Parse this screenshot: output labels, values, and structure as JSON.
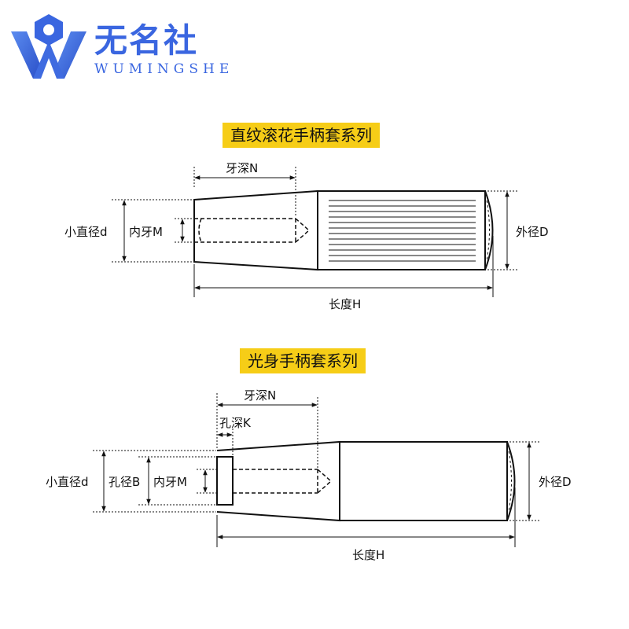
{
  "logo": {
    "name": "无名社",
    "sub": "WUMINGSHE",
    "color": "#3a66e0"
  },
  "title_color": "#f6cd17",
  "diagram1": {
    "title": "直纹滚花手柄套系列",
    "thread_depth": "牙深N",
    "small_dia": "小直径d",
    "inner_thread": "内牙M",
    "outer_dia": "外径D",
    "length": "长度H"
  },
  "diagram2": {
    "title": "光身手柄套系列",
    "thread_depth": "牙深N",
    "hole_depth": "孔深K",
    "small_dia": "小直径d",
    "hole_dia": "孔径B",
    "inner_thread": "内牙M",
    "outer_dia": "外径D",
    "length": "长度H"
  }
}
